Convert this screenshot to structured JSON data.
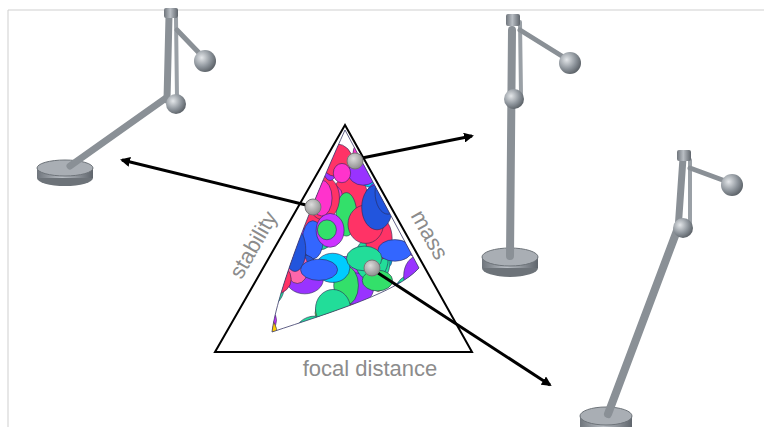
{
  "diagram": {
    "labels": [
      "stability",
      "mass",
      "focal distance"
    ]
  }
}
